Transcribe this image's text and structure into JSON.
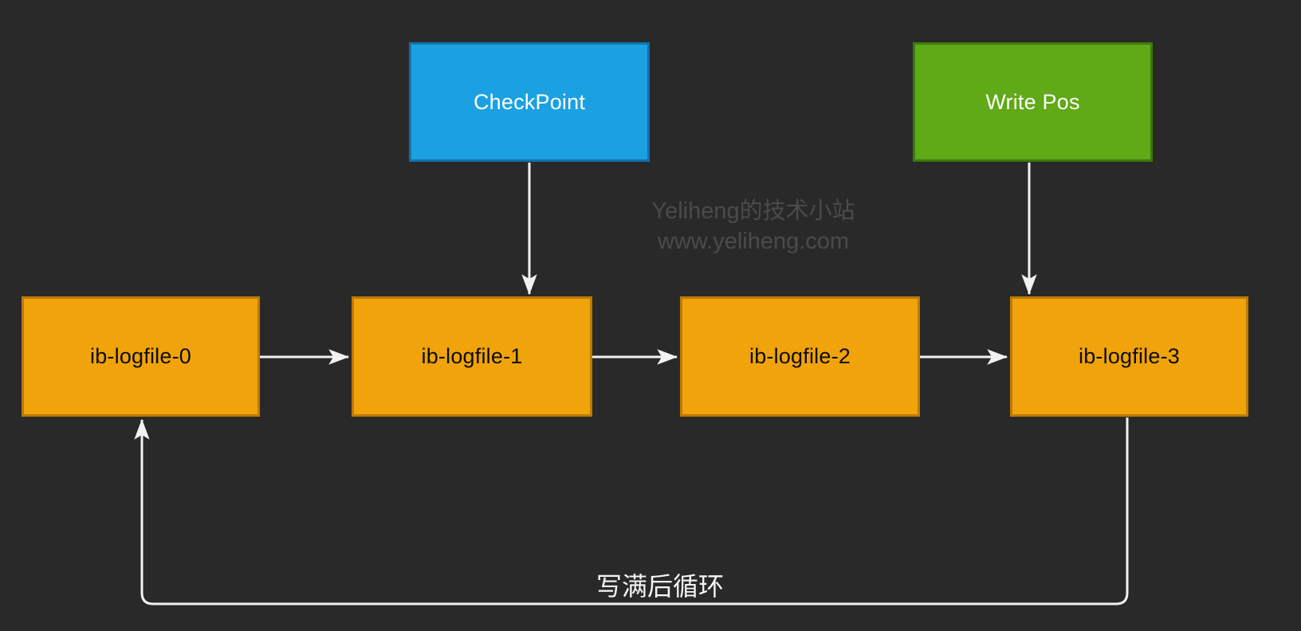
{
  "diagram": {
    "nodes": {
      "checkpoint": {
        "label": "CheckPoint",
        "fill": "#1ba1e2",
        "border": "#1173ad",
        "text_color": "#ffffff"
      },
      "write_pos": {
        "label": "Write Pos",
        "fill": "#60a917",
        "border": "#3c7a0d",
        "text_color": "#ffffff"
      },
      "logfile_0": {
        "label": "ib-logfile-0",
        "fill": "#f0a30a",
        "border": "#bd7a05",
        "text_color": "#0c0c0c"
      },
      "logfile_1": {
        "label": "ib-logfile-1",
        "fill": "#f0a30a",
        "border": "#bd7a05",
        "text_color": "#0c0c0c"
      },
      "logfile_2": {
        "label": "ib-logfile-2",
        "fill": "#f0a30a",
        "border": "#bd7a05",
        "text_color": "#0c0c0c"
      },
      "logfile_3": {
        "label": "ib-logfile-3",
        "fill": "#f0a30a",
        "border": "#bd7a05",
        "text_color": "#0c0c0c"
      }
    },
    "edges": {
      "loop_label": "写满后循环"
    },
    "watermark": {
      "line1": "Yeliheng的技术小站",
      "line2": "www.yeliheng.com",
      "color": "#4b4b4b"
    },
    "colors": {
      "background": "#292929",
      "arrow": "#f2f2f2",
      "loop_label_text": "#f5f5f5"
    }
  }
}
